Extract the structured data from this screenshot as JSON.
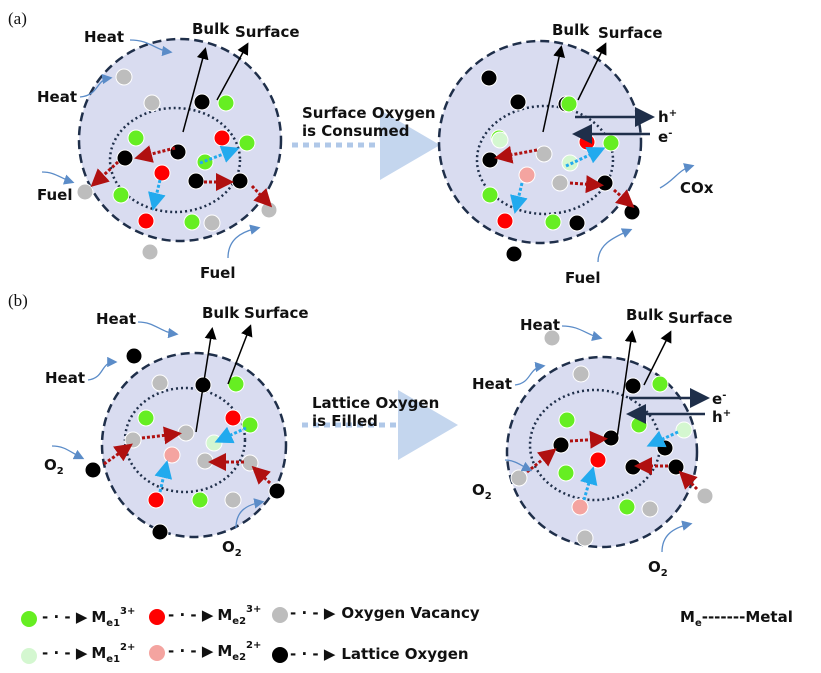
{
  "panels": {
    "a": {
      "tag": "(a)",
      "bulk": "Bulk",
      "surface": "Surface",
      "heat": "Heat",
      "fuel": "Fuel",
      "process": [
        "Surface Oxygen",
        "is Consumed"
      ],
      "hole": "h",
      "hole_sup": "+",
      "electron": "e",
      "electron_sup": "-",
      "product": "COx"
    },
    "b": {
      "tag": "(b)",
      "bulk": "Bulk",
      "surface": "Surface",
      "heat": "Heat",
      "reactant": "O",
      "reactant_sub": "2",
      "process": [
        "Lattice Oxygen",
        "is Filled"
      ],
      "hole": "h",
      "hole_sup": "+",
      "electron": "e",
      "electron_sup": "-"
    }
  },
  "legend": {
    "arrow": "- · - ▶",
    "me1_3": {
      "base": "M",
      "sub": "e1",
      "sup": "3+"
    },
    "me1_2": {
      "base": "M",
      "sub": "e1",
      "sup": "2+"
    },
    "me2_3": {
      "base": "M",
      "sub": "e2",
      "sup": "3+"
    },
    "me2_2": {
      "base": "M",
      "sub": "e2",
      "sup": "2+"
    },
    "vacancy": "Oxygen Vacancy",
    "lattice": "Lattice Oxygen",
    "metal_note": {
      "base": "M",
      "sub": "e",
      "rest": "-------Metal"
    }
  },
  "colors": {
    "me1_3": "#66ee22",
    "me1_2": "#d4f7d0",
    "me2_3": "#ff0000",
    "me2_2": "#f4a4a0",
    "vacancy": "#bdbdbd",
    "lattice": "#000000",
    "particle_fill": "#d9dcf0",
    "particle_edge": "#1f2f4a",
    "flow": "#5b8cc8",
    "transfer": "#b0c8e8",
    "red_arrow": "#b01010",
    "blue_arrow": "#22aaee"
  }
}
